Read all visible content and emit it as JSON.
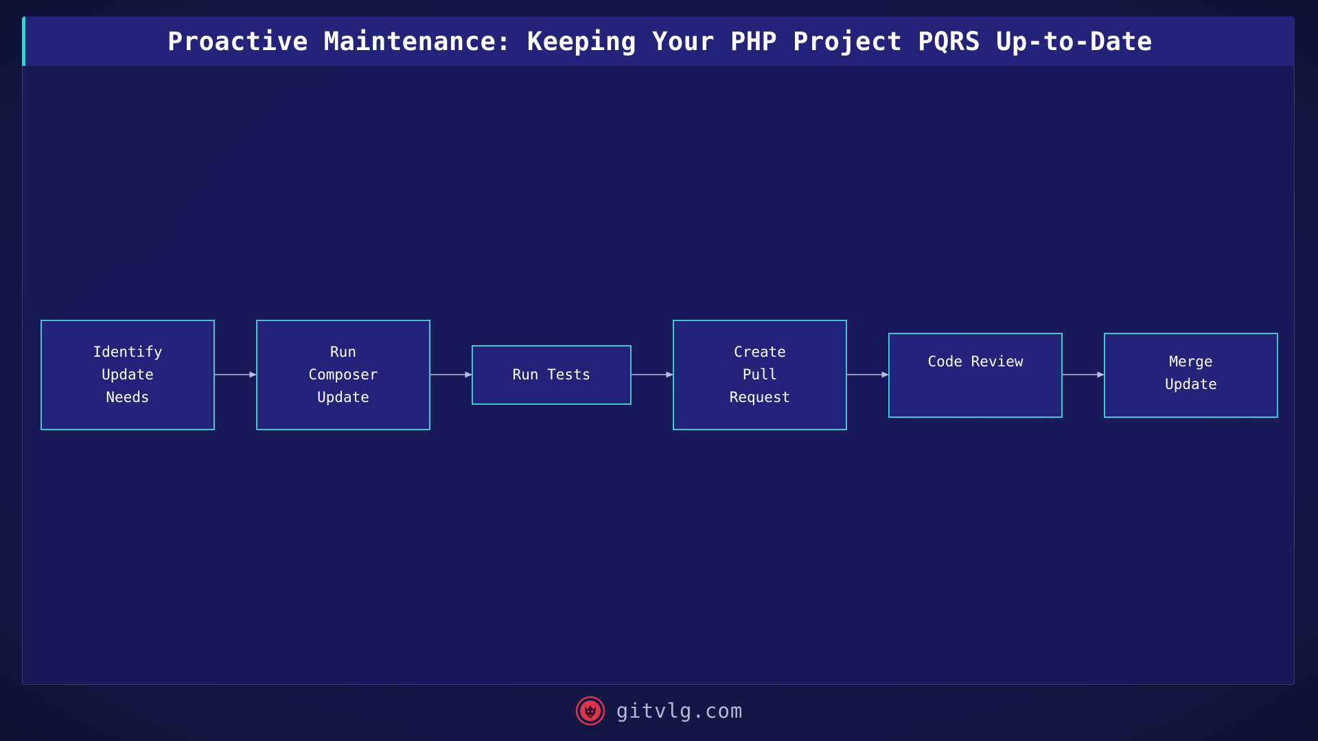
{
  "title": "Proactive Maintenance: Keeping Your PHP Project PQRS Up-to-Date",
  "nodes": [
    {
      "id": "identify",
      "label": "Identify\nUpdate\n Needs"
    },
    {
      "id": "composer",
      "label": "Run\nComposer\n Update"
    },
    {
      "id": "tests",
      "label": "Run Tests"
    },
    {
      "id": "pr",
      "label": "Create\nPull\n Request"
    },
    {
      "id": "review",
      "label": "Code Review"
    },
    {
      "id": "merge",
      "label": "Merge\n Update"
    }
  ],
  "edges": [
    {
      "from": "identify",
      "to": "composer"
    },
    {
      "from": "composer",
      "to": "tests"
    },
    {
      "from": "tests",
      "to": "pr"
    },
    {
      "from": "pr",
      "to": "review"
    },
    {
      "from": "review",
      "to": "merge"
    }
  ],
  "footer": {
    "site": "gitvlg.com",
    "logo_icon": "lion-head-icon"
  },
  "colors": {
    "accent": "#3fd0d4",
    "node_fill": "#23237a",
    "logo": "#d9364a"
  }
}
